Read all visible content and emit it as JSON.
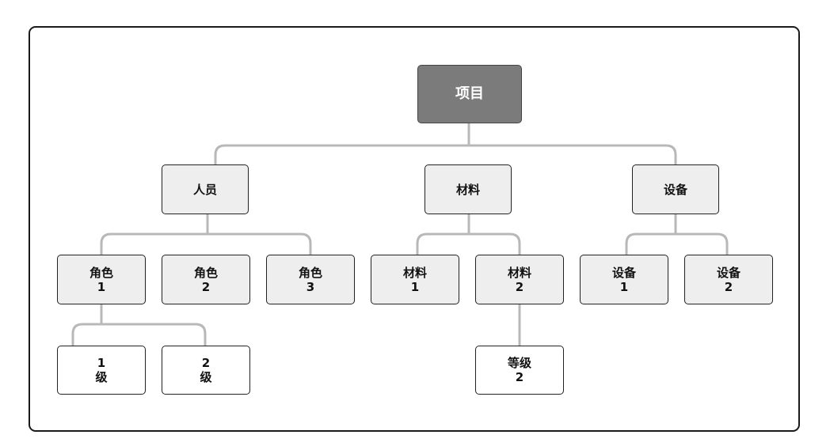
{
  "tree": {
    "root": "项目",
    "categories": [
      {
        "label": "人员",
        "children": [
          {
            "line1": "角色",
            "line2": "1",
            "children": [
              {
                "line1": "1",
                "line2": "级"
              },
              {
                "line1": "2",
                "line2": "级"
              }
            ]
          },
          {
            "line1": "角色",
            "line2": "2"
          },
          {
            "line1": "角色",
            "line2": "3"
          }
        ]
      },
      {
        "label": "材料",
        "children": [
          {
            "line1": "材料",
            "line2": "1"
          },
          {
            "line1": "材料",
            "line2": "2",
            "children": [
              {
                "line1": "等级",
                "line2": "2"
              }
            ]
          }
        ]
      },
      {
        "label": "设备",
        "children": [
          {
            "line1": "设备",
            "line2": "1"
          },
          {
            "line1": "设备",
            "line2": "2"
          }
        ]
      }
    ]
  }
}
